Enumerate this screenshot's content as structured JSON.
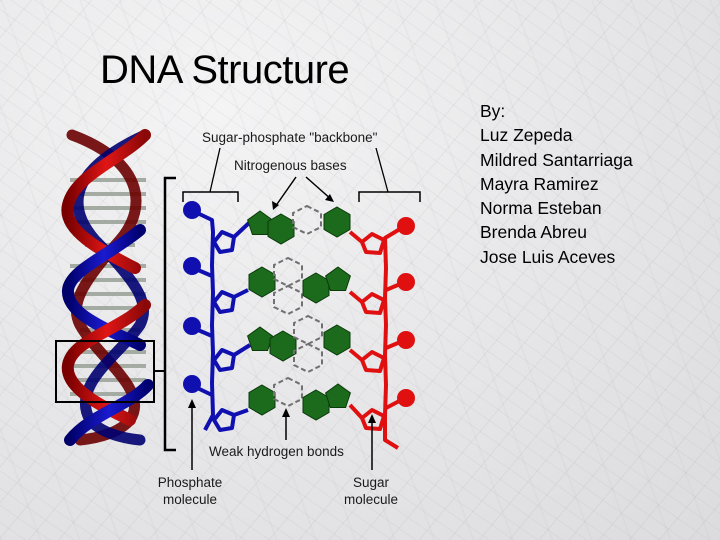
{
  "slide": {
    "title": "DNA Structure",
    "authors_heading": "By:",
    "authors": [
      "Luz Zepeda",
      "Mildred Santarriaga",
      "Mayra Ramirez",
      "Norma Esteban",
      "Brenda Abreu",
      "Jose Luis Aceves"
    ]
  },
  "diagram": {
    "labels": {
      "backbone": "Sugar-phosphate \"backbone\"",
      "bases": "Nitrogenous bases",
      "hydrogen_bonds": "Weak hydrogen bonds",
      "phosphate_line1": "Phosphate",
      "phosphate_line2": "molecule",
      "sugar_line1": "Sugar",
      "sugar_line2": "molecule"
    },
    "colors": {
      "left_strand": "#1010b0",
      "right_strand": "#e01010",
      "base": "#1c6b1c",
      "rungs": "#a8b0a8"
    }
  }
}
